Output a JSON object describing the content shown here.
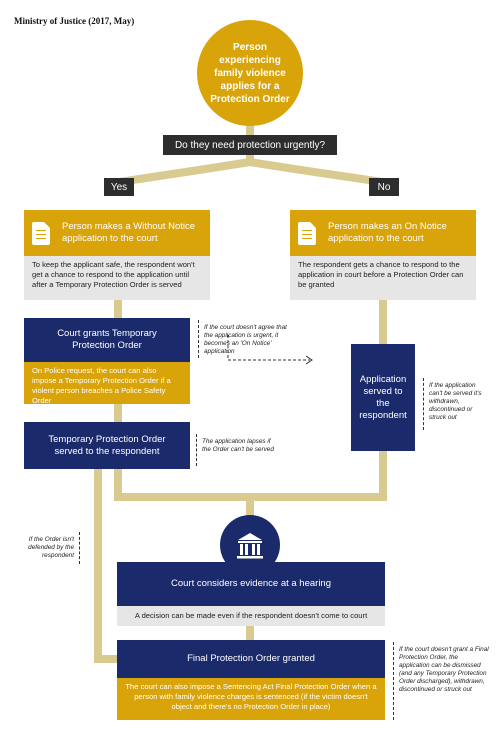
{
  "source": "Ministry of Justice (2017, May)",
  "start": "Person experiencing family violence applies for a Protection Order",
  "question": "Do they need protection urgently?",
  "yes": "Yes",
  "no": "No",
  "without_notice": {
    "title": "Person makes a Without Notice application to the court",
    "body": "To keep the applicant safe, the respondent won't get a chance to respond to the application until after a Temporary Protection Order is served"
  },
  "on_notice": {
    "title": "Person makes an On Notice application to the court",
    "body": "The respondent gets a chance to respond to the application in court before a Protection Order can be granted"
  },
  "court_grants": {
    "title": "Court grants Temporary Protection Order",
    "body": "On Police request, the court can also impose a Temporary Protection Order if a violent person breaches a Police Safety Order"
  },
  "note_not_agree": "If the court doesn't agree that the application is urgent, it becomes an 'On Notice' application",
  "served_respondent": "Application served to the respondent",
  "note_cant_served": "If the application can't be served it's withdrawn, discontinued or struck out",
  "tpo_served": "Temporary Protection Order served to the respondent",
  "note_lapses": "The application lapses if the Order can't be served",
  "note_not_defended": "If the Order isn't defended by the respondent",
  "hearing": {
    "title": "Court considers evidence at a hearing",
    "body": "A decision can be made even if the respondent doesn't come to court"
  },
  "final": {
    "title": "Final Protection Order granted",
    "body": "The court can also impose a Sentencing Act Final Protection Order when a person with family violence charges is sentenced (if the victim doesn't object and there's no Protection Order in place)"
  },
  "note_final": "If the court doesn't grant a Final Protection Order, the application can be dismissed (and any Temporary Protection Order discharged), withdrawn, discontinued or struck out",
  "colors": {
    "gold": "#d9a40a",
    "navy": "#1b2a6b",
    "dark": "#2d2d2d",
    "grey": "#e6e6e6",
    "connector": "#d9ca8f"
  },
  "icons": [
    "document-icon",
    "courthouse-icon"
  ]
}
